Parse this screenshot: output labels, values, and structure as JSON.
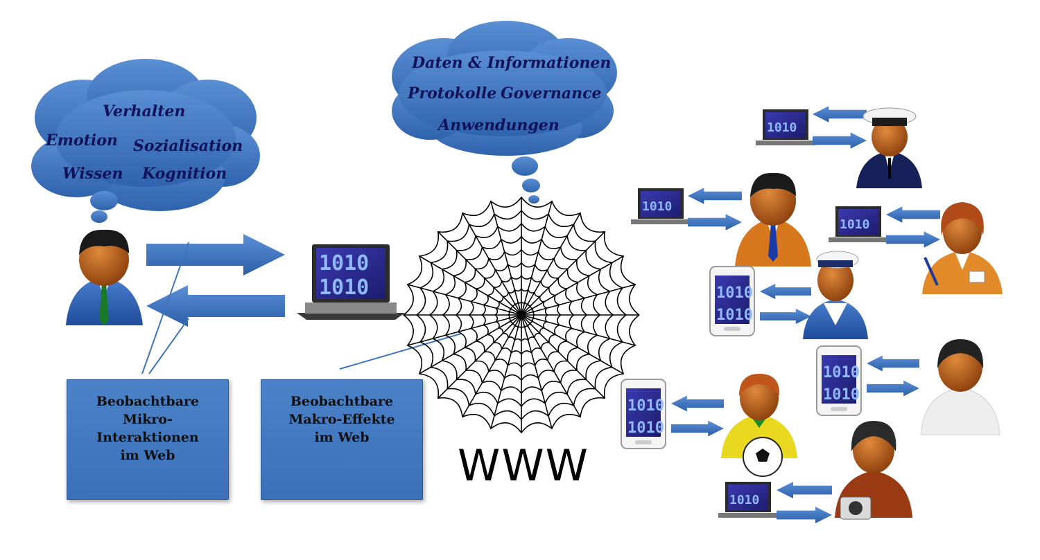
{
  "left_cloud": {
    "words": [
      "Verhalten",
      "Emotion",
      "Sozialisation",
      "Wissen",
      "Kognition"
    ]
  },
  "top_cloud": {
    "words": [
      "Daten & Informationen",
      "Protokolle",
      "Governance",
      "Anwendungen"
    ]
  },
  "boxes": {
    "micro": "Beobachtbare\nMikro-\nInteraktionen\nim Web",
    "macro": "Beobachtbare\nMakro-Effekte\nim Web"
  },
  "web_label": "WWW",
  "binary": {
    "one": "1",
    "zero": "0",
    "pattern": "1010"
  },
  "colors": {
    "cloud": "#3f76bf",
    "arrow": "#3d74bf",
    "box": "#4679c0",
    "screen": "#2a2a8c",
    "skin": "#c8661e",
    "text": "#12125a"
  },
  "people": [
    {
      "role": "captain",
      "icon": "captain-icon"
    },
    {
      "role": "businessman",
      "icon": "businessman-icon"
    },
    {
      "role": "teacher",
      "icon": "teacher-icon"
    },
    {
      "role": "sailor",
      "icon": "sailor-icon"
    },
    {
      "role": "student",
      "icon": "student-icon"
    },
    {
      "role": "football-fan",
      "icon": "football-fan-icon"
    },
    {
      "role": "photographer",
      "icon": "photographer-icon"
    }
  ]
}
